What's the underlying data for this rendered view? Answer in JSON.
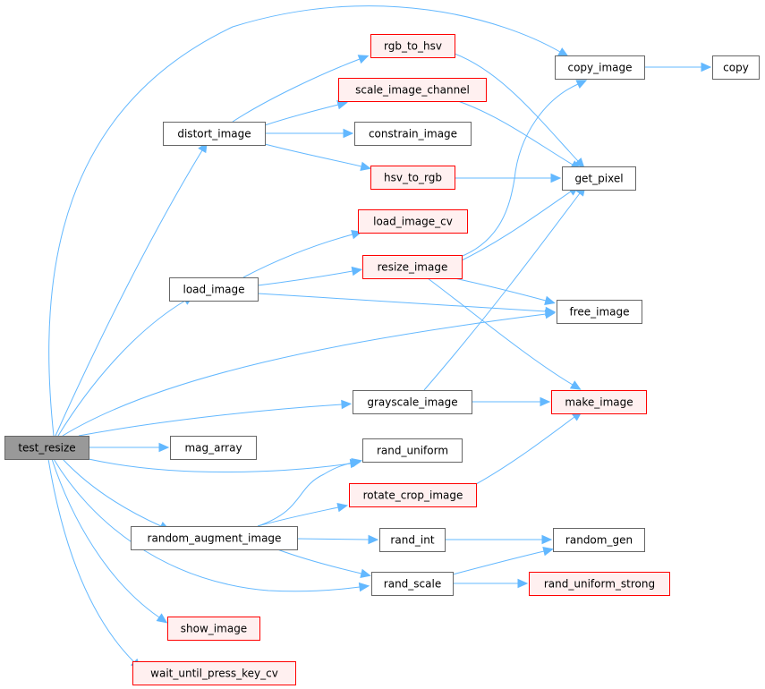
{
  "colors": {
    "edge": "#63b8ff",
    "root_fill": "#999999",
    "root_border": "#666666",
    "normal_fill": "#ffffff",
    "normal_border": "#666666",
    "truncated_fill": "#fff0f0",
    "truncated_border": "#ff0000"
  },
  "nodes": {
    "test_resize": {
      "label": "test_resize",
      "style": "root"
    },
    "copy_image": {
      "label": "copy_image",
      "style": "normal"
    },
    "copy": {
      "label": "copy",
      "style": "normal"
    },
    "distort_image": {
      "label": "distort_image",
      "style": "normal"
    },
    "rgb_to_hsv": {
      "label": "rgb_to_hsv",
      "style": "truncated"
    },
    "scale_image_channel": {
      "label": "scale_image_channel",
      "style": "truncated"
    },
    "constrain_image": {
      "label": "constrain_image",
      "style": "normal"
    },
    "hsv_to_rgb": {
      "label": "hsv_to_rgb",
      "style": "truncated"
    },
    "get_pixel": {
      "label": "get_pixel",
      "style": "normal"
    },
    "load_image_cv": {
      "label": "load_image_cv",
      "style": "truncated"
    },
    "load_image": {
      "label": "load_image",
      "style": "normal"
    },
    "resize_image": {
      "label": "resize_image",
      "style": "truncated"
    },
    "free_image": {
      "label": "free_image",
      "style": "normal"
    },
    "grayscale_image": {
      "label": "grayscale_image",
      "style": "normal"
    },
    "make_image": {
      "label": "make_image",
      "style": "truncated"
    },
    "mag_array": {
      "label": "mag_array",
      "style": "normal"
    },
    "rand_uniform": {
      "label": "rand_uniform",
      "style": "normal"
    },
    "rotate_crop_image": {
      "label": "rotate_crop_image",
      "style": "truncated"
    },
    "random_augment_image": {
      "label": "random_augment_image",
      "style": "normal"
    },
    "rand_int": {
      "label": "rand_int",
      "style": "normal"
    },
    "random_gen": {
      "label": "random_gen",
      "style": "normal"
    },
    "rand_scale": {
      "label": "rand_scale",
      "style": "normal"
    },
    "rand_uniform_strong": {
      "label": "rand_uniform_strong",
      "style": "truncated"
    },
    "show_image": {
      "label": "show_image",
      "style": "truncated"
    },
    "wait_until_press_key_cv": {
      "label": "wait_until_press_key_cv",
      "style": "truncated"
    }
  },
  "edges": [
    {
      "from": "test_resize",
      "to": "copy_image"
    },
    {
      "from": "test_resize",
      "to": "distort_image"
    },
    {
      "from": "test_resize",
      "to": "load_image"
    },
    {
      "from": "test_resize",
      "to": "free_image"
    },
    {
      "from": "test_resize",
      "to": "grayscale_image"
    },
    {
      "from": "test_resize",
      "to": "mag_array"
    },
    {
      "from": "test_resize",
      "to": "rand_uniform"
    },
    {
      "from": "test_resize",
      "to": "random_augment_image"
    },
    {
      "from": "test_resize",
      "to": "rand_scale"
    },
    {
      "from": "test_resize",
      "to": "show_image"
    },
    {
      "from": "test_resize",
      "to": "wait_until_press_key_cv"
    },
    {
      "from": "copy_image",
      "to": "copy"
    },
    {
      "from": "distort_image",
      "to": "rgb_to_hsv"
    },
    {
      "from": "distort_image",
      "to": "scale_image_channel"
    },
    {
      "from": "distort_image",
      "to": "constrain_image"
    },
    {
      "from": "distort_image",
      "to": "hsv_to_rgb"
    },
    {
      "from": "rgb_to_hsv",
      "to": "get_pixel"
    },
    {
      "from": "scale_image_channel",
      "to": "get_pixel"
    },
    {
      "from": "hsv_to_rgb",
      "to": "get_pixel"
    },
    {
      "from": "load_image",
      "to": "load_image_cv"
    },
    {
      "from": "load_image",
      "to": "resize_image"
    },
    {
      "from": "load_image",
      "to": "free_image"
    },
    {
      "from": "resize_image",
      "to": "copy_image"
    },
    {
      "from": "resize_image",
      "to": "get_pixel"
    },
    {
      "from": "resize_image",
      "to": "free_image"
    },
    {
      "from": "resize_image",
      "to": "make_image"
    },
    {
      "from": "grayscale_image",
      "to": "get_pixel"
    },
    {
      "from": "grayscale_image",
      "to": "make_image"
    },
    {
      "from": "random_augment_image",
      "to": "rand_uniform"
    },
    {
      "from": "random_augment_image",
      "to": "rotate_crop_image"
    },
    {
      "from": "random_augment_image",
      "to": "rand_int"
    },
    {
      "from": "random_augment_image",
      "to": "rand_scale"
    },
    {
      "from": "rotate_crop_image",
      "to": "make_image"
    },
    {
      "from": "rand_int",
      "to": "random_gen"
    },
    {
      "from": "rand_scale",
      "to": "random_gen"
    },
    {
      "from": "rand_scale",
      "to": "rand_uniform_strong"
    }
  ]
}
